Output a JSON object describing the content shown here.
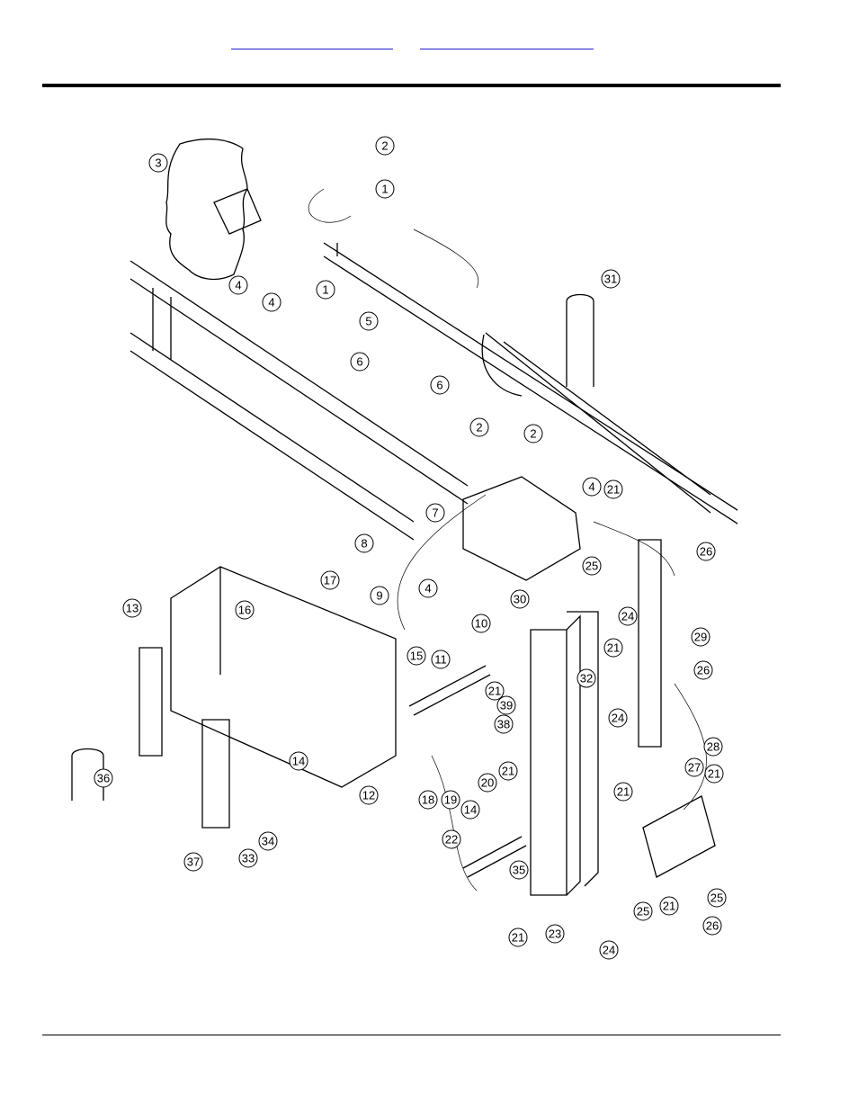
{
  "header": {
    "links": [
      "",
      ""
    ]
  },
  "diagram": {
    "callouts": [
      "1",
      "1",
      "2",
      "2",
      "2",
      "3",
      "4",
      "4",
      "4",
      "4",
      "5",
      "6",
      "6",
      "7",
      "8",
      "9",
      "10",
      "11",
      "12",
      "13",
      "14",
      "14",
      "15",
      "16",
      "17",
      "18",
      "19",
      "20",
      "21",
      "21",
      "21",
      "21",
      "21",
      "21",
      "21",
      "21",
      "22",
      "23",
      "24",
      "24",
      "24",
      "25",
      "25",
      "25",
      "26",
      "26",
      "26",
      "27",
      "28",
      "29",
      "30",
      "31",
      "32",
      "33",
      "34",
      "35",
      "36",
      "37",
      "38",
      "39"
    ]
  }
}
